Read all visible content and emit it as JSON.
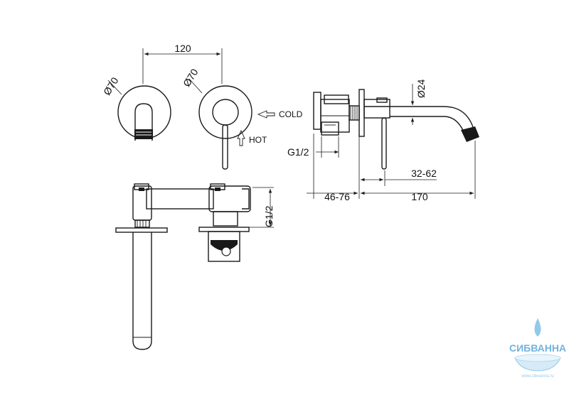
{
  "labels": {
    "width_120": "120",
    "dia_70_left": "Ø70",
    "dia_70_right": "Ø70",
    "cold": "COLD",
    "hot": "HOT",
    "dia_24": "Ø24",
    "g12_side": "G1/2",
    "g12_front": "G1/2",
    "range_32_62": "32-62",
    "range_46_76": "46-76",
    "length_170": "170"
  },
  "watermark": {
    "brand": "СИБВАННА",
    "url": "www.sibvanna.ru",
    "color": "#5aa6d8"
  },
  "arrows": {
    "cold_icon": "arrow-left-hollow",
    "hot_icon": "arrow-up-hollow"
  }
}
